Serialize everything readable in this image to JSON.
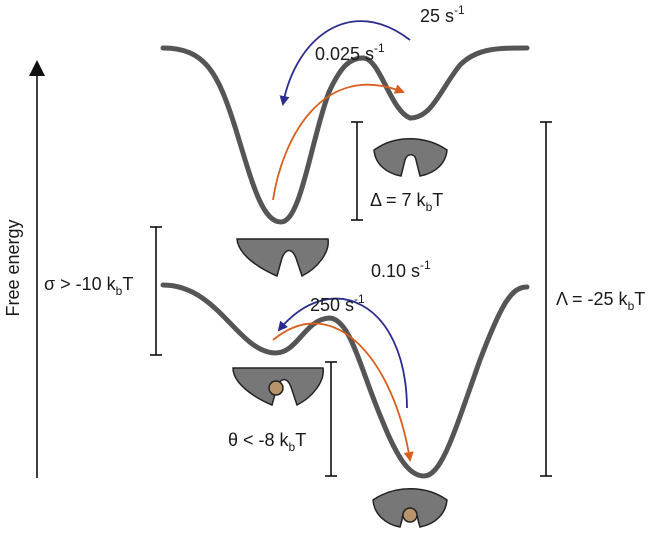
{
  "axis": {
    "label": "Free energy"
  },
  "colors": {
    "curve": "#555555",
    "blue_arrow": "#2b2d8e",
    "orange_arrow": "#d95f1e",
    "protein": "#777777",
    "ligand": "#b8946a"
  },
  "top_landscape": {
    "rate_blue": {
      "base": "25 s",
      "exp": "-1"
    },
    "rate_orange": {
      "base": "0.025 s",
      "exp": "-1"
    },
    "delta": {
      "pre": "Δ = 7 k",
      "sub": "b",
      "post": "T"
    }
  },
  "bottom_landscape": {
    "rate_blue": {
      "base": "0.10 s",
      "exp": "-1"
    },
    "rate_orange": {
      "base": "250 s",
      "exp": "-1"
    },
    "theta": {
      "pre": "θ < -8 k",
      "sub": "b",
      "post": "T"
    }
  },
  "sigma": {
    "pre": "σ > -10 k",
    "sub": "b",
    "post": "T"
  },
  "lambda": {
    "pre": "Λ = -25 k",
    "sub": "b",
    "post": "T"
  },
  "icons": [
    {
      "name": "open-protein-icon",
      "state": "open, unbound"
    },
    {
      "name": "closed-protein-icon",
      "state": "closed, unbound"
    },
    {
      "name": "open-bound-protein-icon",
      "state": "open, ligand bound"
    },
    {
      "name": "closed-bound-protein-icon",
      "state": "closed, ligand bound"
    }
  ]
}
